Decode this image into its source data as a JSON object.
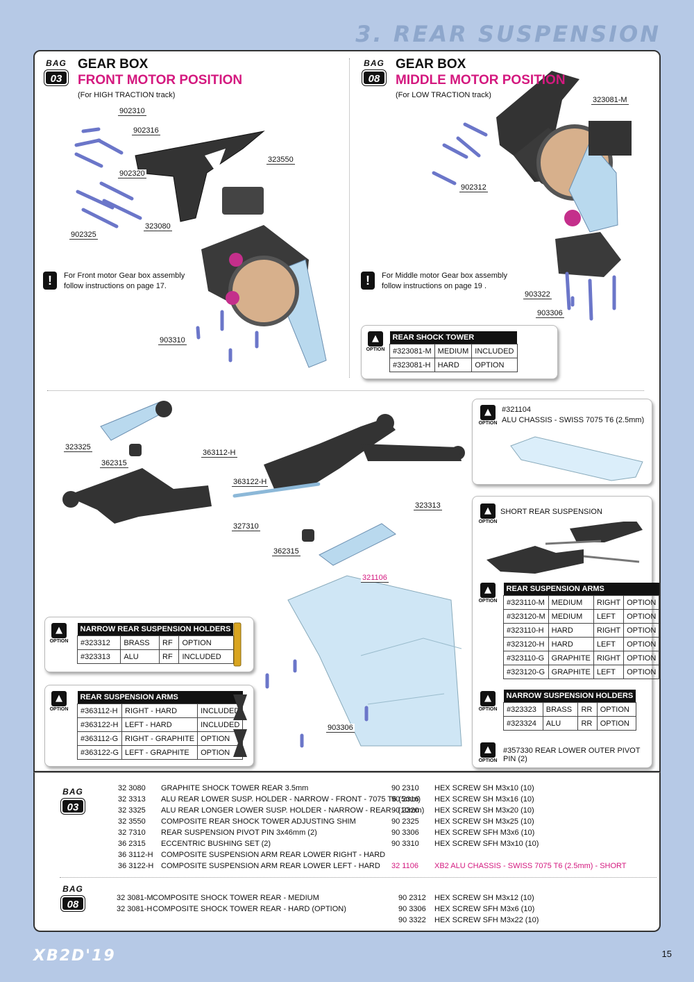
{
  "section_title": "3. REAR SUSPENSION",
  "left_box": {
    "bag_word": "BAG",
    "bag_num": "03",
    "title": "GEAR BOX",
    "subtitle": "FRONT MOTOR POSITION",
    "track": "(For HIGH TRACTION track)",
    "note_line1": "For Front motor Gear box assembly",
    "note_line2": "follow instructions on page 17.",
    "parts": [
      "902310",
      "902316",
      "902320",
      "902325",
      "323080",
      "323550",
      "903310"
    ]
  },
  "right_box": {
    "bag_word": "BAG",
    "bag_num": "08",
    "title": "GEAR BOX",
    "subtitle": "MIDDLE MOTOR POSITION",
    "track": "(For LOW TRACTION track)",
    "note_line1": "For Middle motor Gear box assembly",
    "note_line2": "follow instructions on page 19 .",
    "parts": [
      "323081-M",
      "902312",
      "903322",
      "903306"
    ]
  },
  "option_label": "OPTION",
  "shock_tower_option": {
    "header": "REAR SHOCK TOWER",
    "rows": [
      [
        "#323081-M",
        "MEDIUM",
        "INCLUDED"
      ],
      [
        "#323081-H",
        "HARD",
        "OPTION"
      ]
    ]
  },
  "chassis_option": {
    "line1": "#321104",
    "line2": "ALU CHASSIS - SWISS 7075 T6 (2.5mm)"
  },
  "short_rear": {
    "label": "SHORT REAR SUSPENSION"
  },
  "rear_arms_right": {
    "header": "REAR SUSPENSION ARMS",
    "rows": [
      [
        "#323110-M",
        "MEDIUM",
        "RIGHT",
        "OPTION"
      ],
      [
        "#323120-M",
        "MEDIUM",
        "LEFT",
        "OPTION"
      ],
      [
        "#323110-H",
        "HARD",
        "RIGHT",
        "OPTION"
      ],
      [
        "#323120-H",
        "HARD",
        "LEFT",
        "OPTION"
      ],
      [
        "#323110-G",
        "GRAPHITE",
        "RIGHT",
        "OPTION"
      ],
      [
        "#323120-G",
        "GRAPHITE",
        "LEFT",
        "OPTION"
      ]
    ]
  },
  "narrow_holders_right": {
    "header": "NARROW SUSPENSION HOLDERS",
    "rows": [
      [
        "#323323",
        "BRASS",
        "RR",
        "OPTION"
      ],
      [
        "#323324",
        "ALU",
        "RR",
        "OPTION"
      ]
    ]
  },
  "pivot_pin": {
    "label": "#357330 REAR LOWER OUTER PIVOT PIN (2)"
  },
  "narrow_holders_left": {
    "header": "NARROW REAR SUSPENSION HOLDERS",
    "rows": [
      [
        "#323312",
        "BRASS",
        "RF",
        "OPTION"
      ],
      [
        "#323313",
        "ALU",
        "RF",
        "INCLUDED"
      ]
    ]
  },
  "rear_arms_left": {
    "header": "REAR SUSPENSION ARMS",
    "rows": [
      [
        "#363112-H",
        "RIGHT - HARD",
        "INCLUDED"
      ],
      [
        "#363122-H",
        "LEFT   - HARD",
        "INCLUDED"
      ],
      [
        "#363112-G",
        "RIGHT - GRAPHITE",
        "OPTION"
      ],
      [
        "#363122-G",
        "LEFT   - GRAPHITE",
        "OPTION"
      ]
    ]
  },
  "middle_parts": {
    "p323325": "323325",
    "p362315a": "362315",
    "p363112H": "363112-H",
    "p363122H": "363122-H",
    "p327310": "327310",
    "p362315b": "362315",
    "p323313": "323313",
    "p321106": "321106",
    "p903306": "903306"
  },
  "bag03_list": {
    "bag_word": "BAG",
    "bag_num": "03",
    "left": [
      [
        "32 3080",
        "GRAPHITE SHOCK TOWER REAR 3.5mm"
      ],
      [
        "32 3313",
        "ALU REAR LOWER SUSP. HOLDER - NARROW - FRONT - 7075 T6 (5mm)"
      ],
      [
        "32 3325",
        "ALU REAR LONGER LOWER SUSP. HOLDER - NARROW - REAR - (10mm)"
      ],
      [
        "32 3550",
        "COMPOSITE REAR SHOCK TOWER ADJUSTING SHIM"
      ],
      [
        "32 7310",
        "REAR SUSPENSION PIVOT PIN 3x46mm (2)"
      ],
      [
        "36 2315",
        "ECCENTRIC BUSHING SET (2)"
      ],
      [
        "36 3112-H",
        "COMPOSITE SUSPENSION ARM REAR LOWER RIGHT - HARD"
      ],
      [
        "36 3122-H",
        "COMPOSITE SUSPENSION ARM REAR LOWER LEFT - HARD"
      ]
    ],
    "right": [
      [
        "90 2310",
        "HEX SCREW SH M3x10  (10)"
      ],
      [
        "90 2316",
        "HEX SCREW SH M3x16  (10)"
      ],
      [
        "90 2320",
        "HEX SCREW SH M3x20  (10)"
      ],
      [
        "90 2325",
        "HEX SCREW SH M3x25  (10)"
      ],
      [
        "90 3306",
        "HEX SCREW SFH M3x6  (10)"
      ],
      [
        "90 3310",
        "HEX SCREW SFH M3x10  (10)"
      ]
    ],
    "chassis_code": "32 1106",
    "chassis_desc": "XB2 ALU CHASSIS - SWISS 7075 T6 (2.5mm) - SHORT"
  },
  "bag08_list": {
    "bag_word": "BAG",
    "bag_num": "08",
    "left": [
      [
        "32 3081-M",
        "COMPOSITE SHOCK TOWER REAR - MEDIUM"
      ],
      [
        "32 3081-H",
        "COMPOSITE SHOCK TOWER REAR - HARD (OPTION)"
      ]
    ],
    "right": [
      [
        "90 2312",
        "HEX SCREW SH M3x12  (10)"
      ],
      [
        "90 3306",
        "HEX SCREW SFH M3x6  (10)"
      ],
      [
        "90 3322",
        "HEX SCREW SFH M3x22  (10)"
      ]
    ]
  },
  "footer_logo": "XB2D'19",
  "page_number": "15",
  "colors": {
    "accent": "#d4197f",
    "header_blue": "#8ea7cc",
    "page_bg": "#b6c9e6",
    "alu": "#b9d9ee"
  }
}
